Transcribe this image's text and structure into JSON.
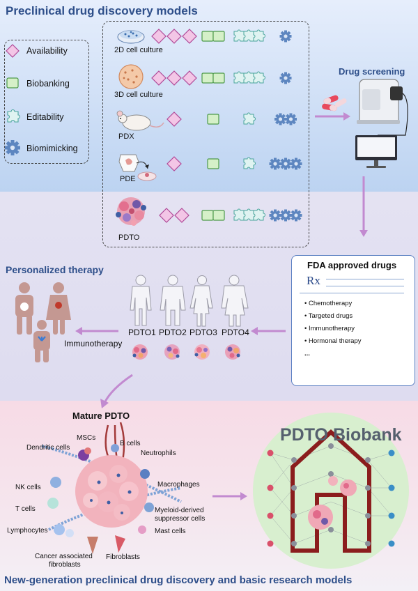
{
  "titles": {
    "main": "Preclinical drug discovery models",
    "drug_screening": "Drug screening",
    "personalized": "Personalized therapy",
    "mature_pdto": "Mature PDTO",
    "biobank": "PDTO Biobank",
    "footer": "New-generation preclinical drug discovery and basic research models"
  },
  "legend": [
    {
      "label": "Availability",
      "icon": "diamond-icon"
    },
    {
      "label": "Biobanking",
      "icon": "square-icon"
    },
    {
      "label": "Editability",
      "icon": "puzzle-icon"
    },
    {
      "label": "Biomimicking",
      "icon": "gear-icon"
    }
  ],
  "models": [
    {
      "name": "2D cell culture",
      "availability": 3,
      "biobanking": 2,
      "editability": 3,
      "biomimicking": 1
    },
    {
      "name": "3D cell culture",
      "availability": 3,
      "biobanking": 2,
      "editability": 3,
      "biomimicking": 1
    },
    {
      "name": "PDX",
      "availability": 1,
      "biobanking": 1,
      "editability": 1,
      "biomimicking": 2
    },
    {
      "name": "PDE",
      "availability": 1,
      "biobanking": 1,
      "editability": 1,
      "biomimicking": 3
    },
    {
      "name": "PDTO",
      "availability": 2,
      "biobanking": 2,
      "editability": 3,
      "biomimicking": 3
    }
  ],
  "fda": {
    "title": "FDA approved drugs",
    "rx": "Rx",
    "items": [
      "Chemotherapy",
      "Targeted drugs",
      "Immunotherapy",
      "Hormonal therapy"
    ],
    "more": "..."
  },
  "pdto_labels": [
    "PDTO1",
    "PDTO2",
    "PDTO3",
    "PDTO4"
  ],
  "immunotherapy": "Immunotherapy",
  "cells": {
    "dendritic": "Dendritic cells",
    "mscs": "MSCs",
    "bcells": "B cells",
    "neutrophils": "Neutrophils",
    "nk": "NK cells",
    "macrophages": "Macrophages",
    "tcells": "T cells",
    "mdsc1": "Myeloid-derived",
    "mdsc2": "suppressor cells",
    "lymphocytes": "Lymphocytes",
    "mast": "Mast cells",
    "caf1": "Cancer associated",
    "caf2": "fibroblasts",
    "fibroblasts": "Fibroblasts"
  },
  "colors": {
    "diamond": "#f3c6e6",
    "diamond_stroke": "#b04a98",
    "square": "#d5f0c8",
    "square_stroke": "#4d9a4a",
    "puzzle": "#dff3f1",
    "puzzle_stroke": "#4aa59c",
    "gear": "#5d86c0",
    "arrow": "#c28ad0",
    "title_blue": "#2e4f8a"
  }
}
